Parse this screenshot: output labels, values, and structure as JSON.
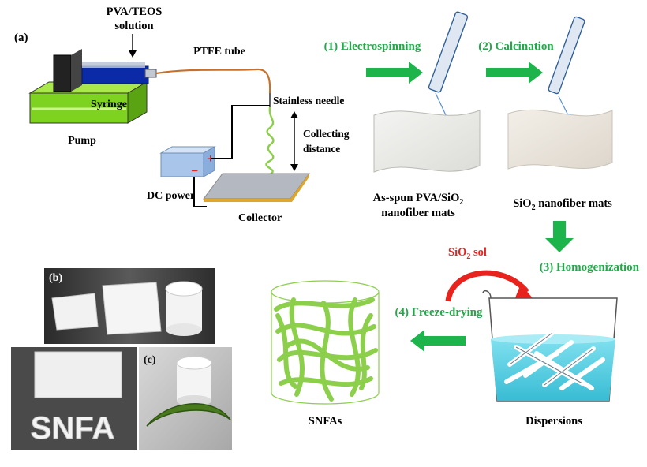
{
  "panel_a": {
    "tag": "(a)",
    "solution_line1": "PVA/TEOS",
    "solution_line2": "solution",
    "tube": "PTFE tube",
    "syringe": "Syringe",
    "pump": "Pump",
    "needle": "Stainless needle",
    "distance_line1": "Collecting",
    "distance_line2": "distance",
    "power": "DC power",
    "collector": "Collector"
  },
  "steps": {
    "s1": "(1) Electrospinning",
    "s2": "(2) Calcination",
    "s3": "(3) Homogenization",
    "s4": "(4) Freeze-drying"
  },
  "mats": {
    "asspun_line1a": "As-spun PVA/SiO",
    "asspun_sub": "2",
    "asspun_line2": "nanofiber mats",
    "sio2_a": "SiO",
    "sio2_sub": "2",
    "sio2_b": " nanofiber mats"
  },
  "sol": {
    "a": "SiO",
    "sub": "2",
    "b": " sol"
  },
  "products": {
    "snfas": "SNFAs",
    "dispersions": "Dispersions"
  },
  "photos": {
    "tag_b": "(b)",
    "tag_c": "(c)",
    "snfa_letters": "SNFA"
  },
  "colors": {
    "green_arrow": "#1db44c",
    "green_text": "#23a84a",
    "red_arrow": "#e8221c",
    "fiber_green": "#8ccf4a",
    "pump_green": "#7ed321",
    "water_cyan": "#5fd3e6"
  }
}
